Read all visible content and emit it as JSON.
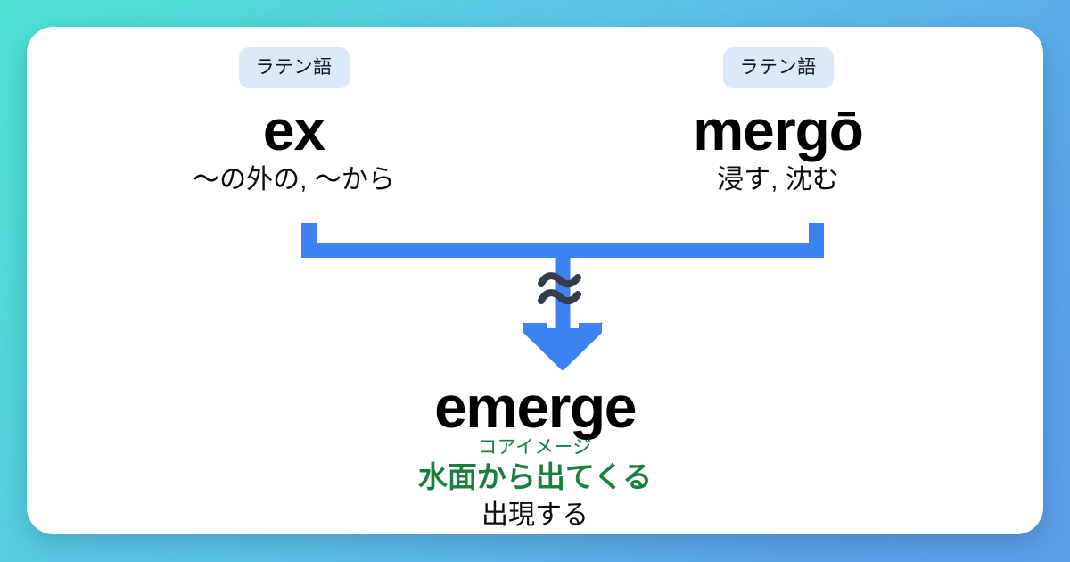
{
  "theme": {
    "background_gradient_from": "#4fe0d4",
    "background_gradient_mid": "#5cc0e8",
    "background_gradient_to": "#5b9ee8",
    "card_background": "#ffffff",
    "badge_background": "#dce9fb",
    "connector_color": "#3d82f2",
    "approx_color": "#333c4d",
    "core_image_color": "#17803c",
    "text_color": "#000000"
  },
  "etymology": {
    "parents": [
      {
        "language_badge": "ラテン語",
        "word": "ex",
        "gloss": "〜の外の, 〜から"
      },
      {
        "language_badge": "ラテン語",
        "word": "mergō",
        "gloss": "浸す, 沈む"
      }
    ],
    "relation_symbol": "≈",
    "result": {
      "word": "emerge",
      "core_label": "コアイメージ",
      "core_image": "水面から出てくる",
      "gloss": "出現する"
    }
  }
}
